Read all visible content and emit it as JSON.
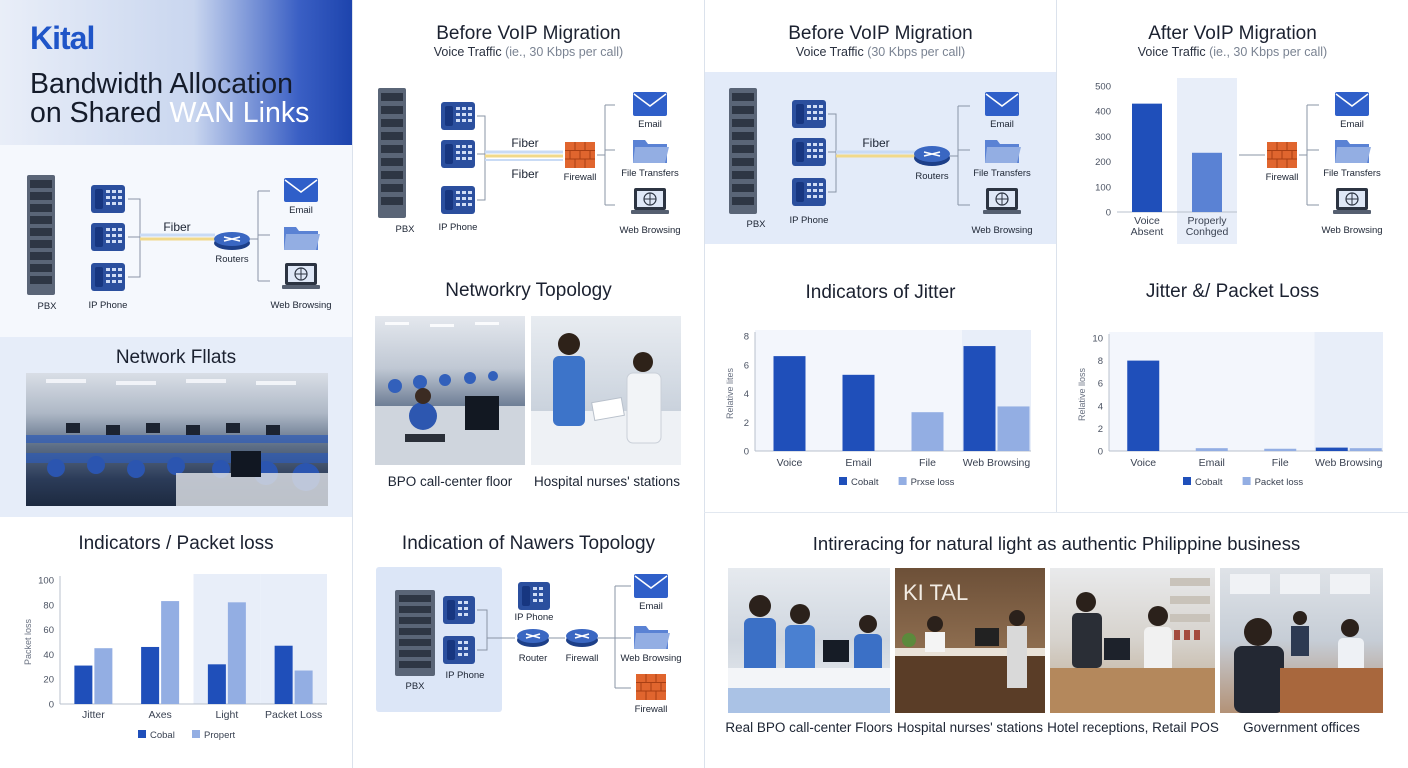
{
  "brand": {
    "logo": "Kital",
    "title_line1": "Bandwidth Allocation",
    "title_line2_a": "on Shared ",
    "title_line2_b": "WAN Links"
  },
  "colors": {
    "cobalt": "#1f4fba",
    "light": "#93aee3",
    "mid": "#5a82d4",
    "band": "#e8eef9",
    "firewall": "#e0652e"
  },
  "labels": {
    "pbx": "PBX",
    "ip_phone": "IP Phone",
    "fiber": "Fiber",
    "routers": "Routers",
    "router": "Router",
    "firewall": "Firewall",
    "email": "Email",
    "file_transfers": "File Transfers",
    "web_browsing": "Web Browsing"
  },
  "panels": {
    "before1_title": "Before VoIP Migration",
    "before1_sub_a": "Voice Traffic ",
    "before1_sub_b": "(ie., 30 Kbps per call)",
    "before2_title": "Before VoIP Migration",
    "before2_sub_a": "Voice Traffic ",
    "before2_sub_b": "(30 Kbps per call)",
    "after_title": "After VoIP Migration",
    "after_sub_a": "Voice Traffic ",
    "after_sub_b": "(ie., 30 Kbps per call)",
    "network_flats": "Network Fllats",
    "networkry_topology": "Networkry Topology",
    "indicators_jitter": "Indicators of Jitter",
    "jitter_packet_loss": "Jitter &/ Packet Loss",
    "indicators_packet_loss": "Indicators / Packet loss",
    "indication_topology": "Indication of Nawers Topology",
    "interfacing": "Intireracing for natural light as authentic Philippine business"
  },
  "captions": {
    "bpo_floor": "BPO call-center floor",
    "hospital_stations": "Hospital nurses' stations",
    "real_bpo": "Real BPO call-center Floors",
    "hospital_stations2": "Hospital nurses' stations",
    "hotel_retail": "Hotel receptions, Retail POS",
    "government": "Government offices",
    "kital_sign": "KI TAL"
  },
  "icons": [
    "server-rack-icon",
    "desk-phone-icon",
    "router-icon",
    "firewall-icon",
    "envelope-icon",
    "folder-icon",
    "laptop-globe-icon"
  ],
  "chart_data": [
    {
      "id": "after-voip",
      "type": "bar",
      "categories": [
        "Voice\nAbsent",
        "Properly\nConhged"
      ],
      "values": [
        430,
        235
      ],
      "ylim": [
        0,
        500
      ],
      "yticks": [
        0,
        100,
        200,
        300,
        400,
        500
      ]
    },
    {
      "id": "indicators-jitter",
      "type": "bar",
      "categories": [
        "Voice",
        "Email",
        "File",
        "Web Browsing"
      ],
      "series": [
        {
          "name": "Cobalt",
          "values": [
            6.6,
            5.3,
            null,
            7.3
          ]
        },
        {
          "name": "Prxse loss",
          "values": [
            null,
            null,
            2.7,
            3.1
          ]
        }
      ],
      "ylabel": "Relative lites",
      "ylim": [
        0,
        8
      ],
      "yticks": [
        0,
        2,
        4,
        6,
        8
      ]
    },
    {
      "id": "jitter-packet-loss",
      "type": "bar",
      "categories": [
        "Voice",
        "Email",
        "File",
        "Web Browsing"
      ],
      "series": [
        {
          "name": "Cobalt",
          "values": [
            8,
            null,
            null,
            0.3
          ]
        },
        {
          "name": "Packet loss",
          "values": [
            null,
            0.25,
            0.2,
            0.25
          ]
        }
      ],
      "ylabel": "Relative lloss",
      "ylim": [
        0,
        10
      ],
      "yticks": [
        0,
        2,
        4,
        6,
        8,
        10
      ]
    },
    {
      "id": "indicators-packet-loss",
      "type": "bar",
      "categories": [
        "Jitter",
        "Axes",
        "Light",
        "Packet Loss"
      ],
      "series": [
        {
          "name": "Cobal",
          "values": [
            31,
            46,
            32,
            47
          ]
        },
        {
          "name": "Propert",
          "values": [
            45,
            83,
            82,
            27
          ]
        }
      ],
      "ylabel": "Packet loss",
      "ylim": [
        0,
        100
      ],
      "yticks": [
        0,
        20,
        40,
        60,
        80,
        100
      ]
    }
  ]
}
